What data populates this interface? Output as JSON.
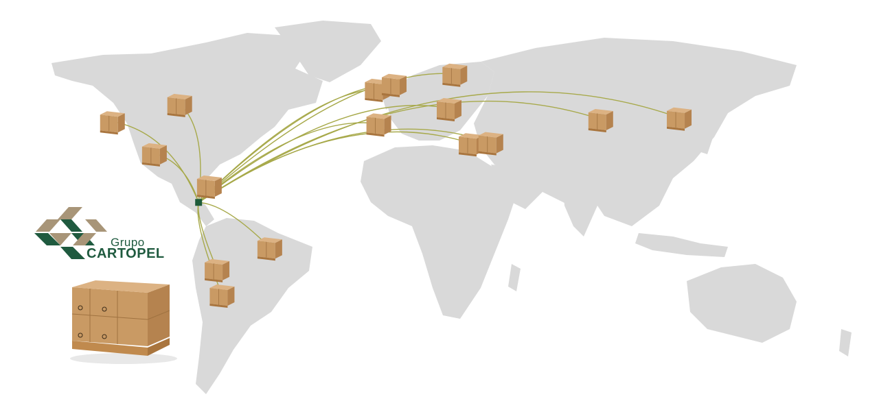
{
  "brand": {
    "name_line1": "Grupo",
    "name_line2": "CARTOPEL",
    "logo_color_dark": "#1f5a3f",
    "logo_color_light": "#a89578"
  },
  "map": {
    "land_color": "#d9d9d9",
    "route_color": "#a7a94a",
    "origin_color": "#1e5b3a",
    "box_color": "#c99a64",
    "origin": {
      "lon": -79.0,
      "lat": -2.9
    },
    "destinations": [
      {
        "lon": -118.2,
        "lat": 34.0
      },
      {
        "lon": -87.6,
        "lat": 41.9
      },
      {
        "lon": -99.1,
        "lat": 19.4
      },
      {
        "lon": -74.1,
        "lat": 4.7
      },
      {
        "lon": -46.6,
        "lat": -23.5
      },
      {
        "lon": -70.6,
        "lat": -33.4
      },
      {
        "lon": -68.3,
        "lat": -45.0
      },
      {
        "lon": 2.3,
        "lat": 48.8
      },
      {
        "lon": 10.0,
        "lat": 51.0
      },
      {
        "lon": 37.6,
        "lat": 55.7
      },
      {
        "lon": 35.0,
        "lat": 40.0
      },
      {
        "lon": 3.0,
        "lat": 33.0
      },
      {
        "lon": 45.0,
        "lat": 24.0
      },
      {
        "lon": 54.0,
        "lat": 24.5
      },
      {
        "lon": 104.0,
        "lat": 35.0
      },
      {
        "lon": 139.7,
        "lat": 35.7
      }
    ]
  }
}
